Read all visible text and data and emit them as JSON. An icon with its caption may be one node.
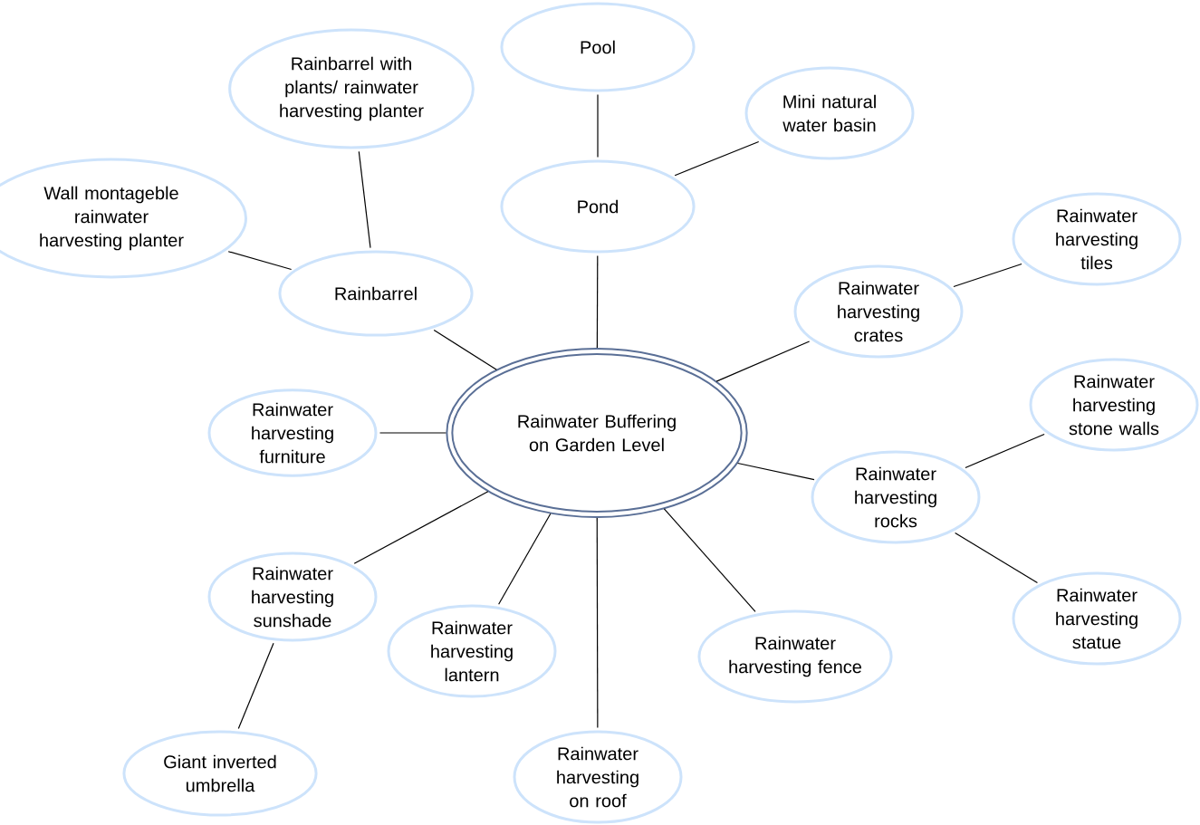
{
  "diagram": {
    "nodes": [
      {
        "text": [
          "Rainwater Buffering on Garden Level"
        ]
      },
      {
        "text": [
          "Pool"
        ]
      },
      {
        "text": [
          "Rainbarrel with plants/ rainwater harvesting planter"
        ]
      },
      {
        "text": [
          "Mini natural water basin"
        ]
      },
      {
        "text": [
          "Pond"
        ]
      },
      {
        "text": [
          "Wall montageble rainwater harvesting planter"
        ]
      },
      {
        "text": [
          "Rainwater harvesting tiles"
        ]
      },
      {
        "text": [
          "Rainbarrel"
        ]
      },
      {
        "text": [
          "Rainwater harvesting crates"
        ]
      },
      {
        "text": [
          "Rainwater harvesting stone walls"
        ]
      },
      {
        "text": [
          "Rainwater harvesting furniture"
        ]
      },
      {
        "text": [
          "Rainwater harvesting rocks"
        ]
      },
      {
        "text": [
          "Rainwater harvesting sunshade"
        ]
      },
      {
        "text": [
          "Rainwater harvesting statue"
        ]
      },
      {
        "text": [
          "Rainwater harvesting lantern"
        ]
      },
      {
        "text": [
          "Rainwater harvesting fence"
        ]
      },
      {
        "text": [
          "Giant inverted umbrella"
        ]
      },
      {
        "text": [
          "Rainwater harvesting on roof"
        ]
      }
    ],
    "edges": [
      {
        "from": 1,
        "to": 4,
        "arrow": "none"
      },
      {
        "from": 3,
        "to": 4,
        "arrow": "none"
      },
      {
        "from": 4,
        "to": 0,
        "arrow": "none"
      },
      {
        "from": 2,
        "to": 7,
        "arrow": "none"
      },
      {
        "from": 5,
        "to": 7,
        "arrow": "none"
      },
      {
        "from": 7,
        "to": 0,
        "arrow": "none"
      },
      {
        "from": 8,
        "to": 0,
        "arrow": "none"
      },
      {
        "from": 6,
        "to": 8,
        "arrow": "none"
      },
      {
        "from": 10,
        "to": 0,
        "arrow": "none"
      },
      {
        "from": 11,
        "to": 0,
        "arrow": "none"
      },
      {
        "from": 9,
        "to": 11,
        "arrow": "none"
      },
      {
        "from": 13,
        "to": 11,
        "arrow": "none"
      },
      {
        "from": 12,
        "to": 0,
        "arrow": "none"
      },
      {
        "from": 16,
        "to": 12,
        "arrow": "none"
      },
      {
        "from": 14,
        "to": 0,
        "arrow": "none"
      },
      {
        "from": 17,
        "to": 0,
        "arrow": "none"
      },
      {
        "from": 15,
        "to": 0,
        "arrow": "none"
      }
    ]
  }
}
